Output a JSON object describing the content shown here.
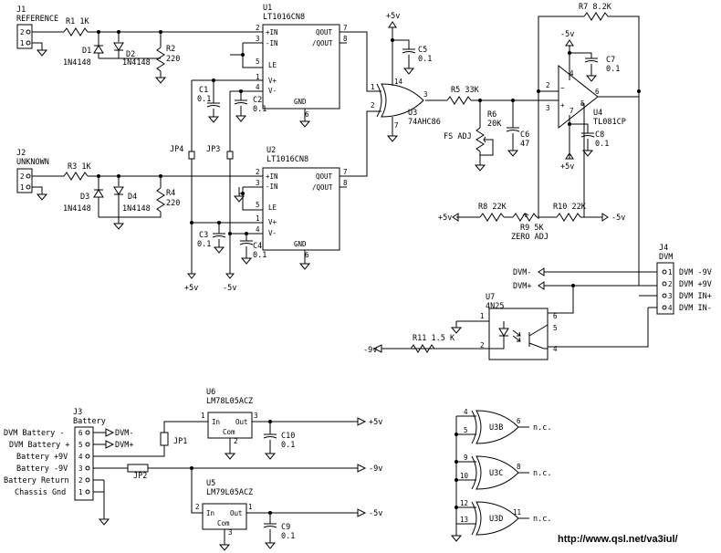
{
  "connectors": {
    "j1": {
      "ref": "J1",
      "name": "REFERENCE",
      "pins": [
        "2",
        "1"
      ]
    },
    "j2": {
      "ref": "J2",
      "name": "UNKNOWN",
      "pins": [
        "2",
        "1"
      ]
    },
    "j3": {
      "ref": "J3",
      "name": "Battery",
      "pins": [
        "6",
        "5",
        "4",
        "3",
        "2",
        "1"
      ],
      "labels": [
        "DVM Battery -",
        "DVM Battery +",
        "Battery +9V",
        "Battery -9V",
        "Battery Return",
        "Chassis Gnd"
      ]
    },
    "j4": {
      "ref": "J4",
      "name": "DVM",
      "pins": [
        "1",
        "2",
        "3",
        "4"
      ],
      "labels": [
        "DVM -9V",
        "DVM +9V",
        "DVM IN+",
        "DVM IN-"
      ]
    }
  },
  "resistors": {
    "r1": "R1 1K",
    "r2": "R2",
    "r2_val": "220",
    "r3": "R3 1K",
    "r4": "R4",
    "r4_val": "220",
    "r5": "R5 33K",
    "r6": "R6",
    "r6_val": "20K",
    "r6_adj": "FS ADJ",
    "r7": "R7 8.2K",
    "r8": "R8 22K",
    "r9": "R9 5K",
    "r9_adj": "ZERO ADJ",
    "r10": "R10 22K",
    "r11": "R11 1.5 K"
  },
  "diodes": {
    "d1": "D1",
    "d2": "D2",
    "d3": "D3",
    "d4": "D4",
    "part": "1N4148"
  },
  "capacitors": {
    "c1": "C1",
    "c1_val": "0.1",
    "c2": "C2",
    "c2_val": "0.1",
    "c3": "C3",
    "c3_val": "0.1",
    "c4": "C4",
    "c4_val": "0.1",
    "c5": "C5",
    "c5_val": "0.1",
    "c6": "C6",
    "c6_val": "47",
    "c7": "C7",
    "c7_val": "0.1",
    "c8": "C8",
    "c8_val": "0.1",
    "c9": "C9",
    "c9_val": "0.1",
    "c10": "C10",
    "c10_val": "0.1"
  },
  "ics": {
    "u1": {
      "ref": "U1",
      "part": "LT1016CN8"
    },
    "u2": {
      "ref": "U2",
      "part": "LT1016CN8"
    },
    "u3": {
      "ref": "U3",
      "part": "74AHC86"
    },
    "u4": {
      "ref": "U4",
      "part": "TL081CP"
    },
    "u5": {
      "ref": "U5",
      "part": "LM79L05ACZ"
    },
    "u6": {
      "ref": "U6",
      "part": "LM78L05ACZ"
    },
    "u7": {
      "ref": "U7",
      "part": "4N25"
    },
    "u3b": "U3B",
    "u3c": "U3C",
    "u3d": "U3D"
  },
  "comparator_pins": {
    "in_pos": "+IN",
    "in_neg": "-IN",
    "le": "LE",
    "vpos": "V+",
    "vneg": "V-",
    "gnd": "GND",
    "qout": "QOUT",
    "nqout": "/QOUT"
  },
  "regulator_pins": {
    "in": "In",
    "out": "Out",
    "com": "Com"
  },
  "jumpers": {
    "jp1": "JP1",
    "jp2": "JP2",
    "jp3": "JP3",
    "jp4": "JP4"
  },
  "rails": {
    "p5": "+5v",
    "m5": "-5v",
    "p9": "+9v",
    "m9": "-9v"
  },
  "nets": {
    "dvm_minus": "DVM-",
    "dvm_plus": "DVM+",
    "nc": "n.c."
  },
  "pin_numbers": {
    "p1": "1",
    "p2": "2",
    "p3": "3",
    "p4": "4",
    "p5": "5",
    "p6": "6",
    "p7": "7",
    "p8": "8",
    "p9": "9",
    "p10": "10",
    "p11": "11",
    "p12": "12",
    "p13": "13",
    "p14": "14"
  },
  "footer": {
    "url": "http://www.qsl.net/va3iul/"
  }
}
